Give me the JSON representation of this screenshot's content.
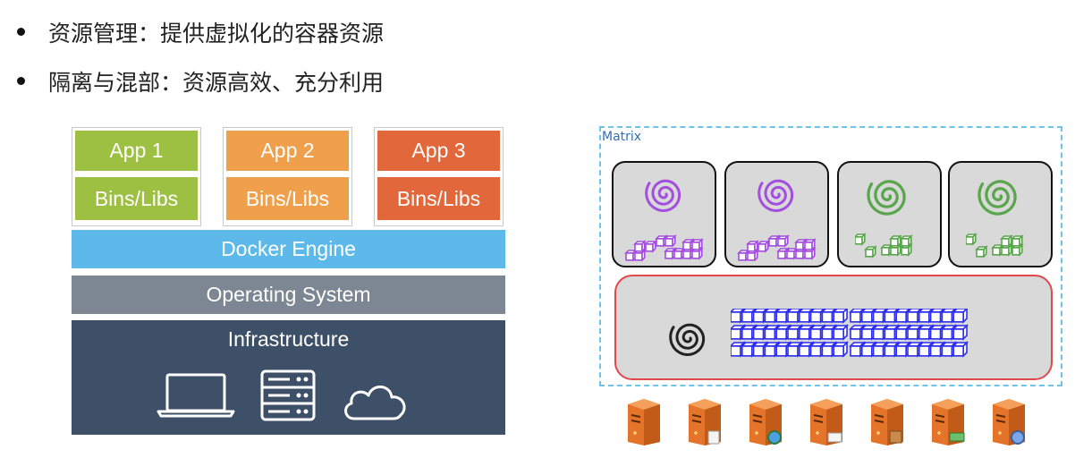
{
  "bullets": [
    "资源管理：提供虚拟化的容器资源",
    "隔离与混部：资源高效、充分利用"
  ],
  "docker_stack": {
    "apps": [
      {
        "name": "App 1",
        "libs": "Bins/Libs",
        "top_color": "#9dc043",
        "bot_color": "#9dc043"
      },
      {
        "name": "App 2",
        "libs": "Bins/Libs",
        "top_color": "#f0a04b",
        "bot_color": "#f0a04b"
      },
      {
        "name": "App 3",
        "libs": "Bins/Libs",
        "top_color": "#e2673a",
        "bot_color": "#e2673a"
      }
    ],
    "engine": "Docker Engine",
    "engine_color": "#5cb9ea",
    "os": "Operating System",
    "os_color": "#7c8793",
    "infrastructure": "Infrastructure",
    "infra_color": "#3e5068",
    "infra_icons": [
      "laptop-icon",
      "server-rack-icon",
      "cloud-icon"
    ]
  },
  "matrix": {
    "label": "Matrix",
    "pods": [
      {
        "spiral_color": "#a44ee0",
        "cube_color": "#a44ee0"
      },
      {
        "spiral_color": "#a44ee0",
        "cube_color": "#a44ee0"
      },
      {
        "spiral_color": "#5aa64c",
        "cube_color": "#5aa64c"
      },
      {
        "spiral_color": "#5aa64c",
        "cube_color": "#5aa64c"
      }
    ],
    "host_spiral_color": "#222222",
    "host_cube_color": "#2d2df0",
    "server_icons": [
      "server-icon",
      "server-doc-icon",
      "server-globe-icon",
      "server-mail-icon",
      "server-box-icon",
      "server-network-icon",
      "server-settings-icon"
    ]
  }
}
